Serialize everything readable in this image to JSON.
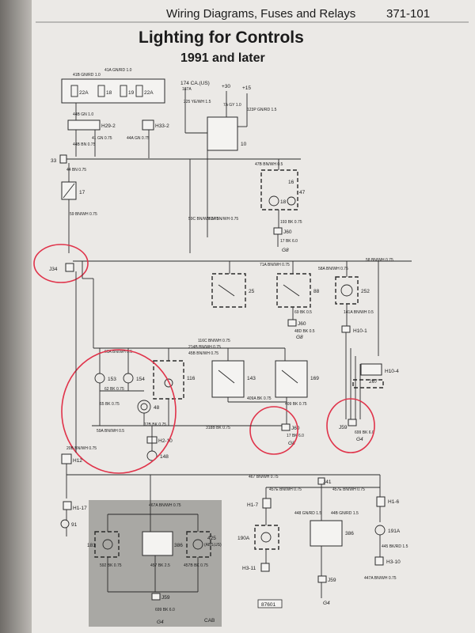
{
  "header": {
    "section": "Wiring Diagrams, Fuses and Relays",
    "page_number": "371-101"
  },
  "title": {
    "main": "Lighting for Controls",
    "sub": "1991 and later"
  },
  "supply": {
    "ca": "174 CA.(US)",
    "v30": "+30",
    "v15": "+15"
  },
  "fuses": {
    "f22a_1": "22A",
    "f18": "18",
    "f19": "19",
    "f22a_2": "22A"
  },
  "components": {
    "c10": "10",
    "c16": "16",
    "c17": "17",
    "c18": "18",
    "c25": "25",
    "c47": "47",
    "c48": "48",
    "c88": "88",
    "c116": "116",
    "c143": "143",
    "c148": "148",
    "c153": "153",
    "c154": "154",
    "c169": "169",
    "c252": "252",
    "c267": "267",
    "c91": "91",
    "c181": "181",
    "c386": "386",
    "c425": "425",
    "c425_note": "(ABS,US)",
    "c190a": "190A",
    "c191a": "191A",
    "c386b": "386"
  },
  "connectors": {
    "h29": "H29-2",
    "h33": "H33-2",
    "j33": "33",
    "j34": "J34",
    "j60a": "J60",
    "j60b": "J60",
    "j60c": "J60",
    "g8a": "G8",
    "g8b": "G8",
    "g8c": "G8",
    "h10_1": "H10-1",
    "h10_4": "H10-4",
    "j59": "J59",
    "g4": "G4",
    "h2_10": "H2-10",
    "h12": "H12",
    "h1_17": "H1-17",
    "h1_7": "H1-7",
    "h1_6": "H1-6",
    "j41": "J41",
    "h3_11": "H3-11",
    "h3_10": "H3-10",
    "j59b": "J59",
    "g4b": "G4",
    "j59c": "J59",
    "g4c": "G4"
  },
  "wire_labels": {
    "w1": "41B GN/RD 1.0",
    "w2": "41A GN/RD 1.0",
    "w3": "187A",
    "w4": "225 YE/WH 1.5",
    "w5": "7A GY 1.0",
    "w6": "123P GN/RD 1.5",
    "w7": "44B GN 1.0",
    "w8": "41 GN 0.75",
    "w9": "44A GN 0.75",
    "w10": "44B BN 0.75",
    "w11": "44 BN 0.75",
    "w12": "59 BN/WH 0.75",
    "w13": "59C BN/WH 0.75",
    "w14": "2/2A BN/WH 0.75",
    "w15": "193 BK 0.75",
    "w16": "17 BK 6.0",
    "w17": "47B BN/WH 0.5",
    "w18": "71A BN/WH 0.75",
    "w19": "58 BN/WH 0.75",
    "w20": "58A BN/WH 0.75",
    "w21": "69 BK 0.5",
    "w22": "48D BK 0.5",
    "w23": "141A BN/WH 0.5",
    "w24": "116C BN/WH 0.75",
    "w25": "214B BN/WH 0.75",
    "w26": "45B BN/WH 0.75",
    "w27": "61A BN/WH 0.5",
    "w28": "62 BK 0.75",
    "w29": "65 BK 0.75",
    "w30": "12B BK 0.75",
    "w31": "409A BK 0.75",
    "w32": "409 BK 0.75",
    "w33": "59A BN/WH 0.5",
    "w34": "318B BK 0.75",
    "w35": "699 BK 6.0",
    "w36": "20B BN/WH 0.75",
    "w37": "467 BN/WH 0.75",
    "w38": "457E BN/WH 0.75",
    "w39": "457E BN/WH 0.75",
    "w40": "467A BN/WH 0.75",
    "w41": "448 GN/RD 1.5",
    "w42": "44B GN/RD 1.5",
    "w43": "592 BK 0.75",
    "w44": "457 BK 2.5",
    "w45": "457B BK 0.75",
    "w46": "699 BK 6.0",
    "w47": "445 BK/RD 1.5",
    "w48": "447A BN/WH 0.75"
  },
  "footer": {
    "cab": "CAB",
    "fig_code": "87601"
  }
}
